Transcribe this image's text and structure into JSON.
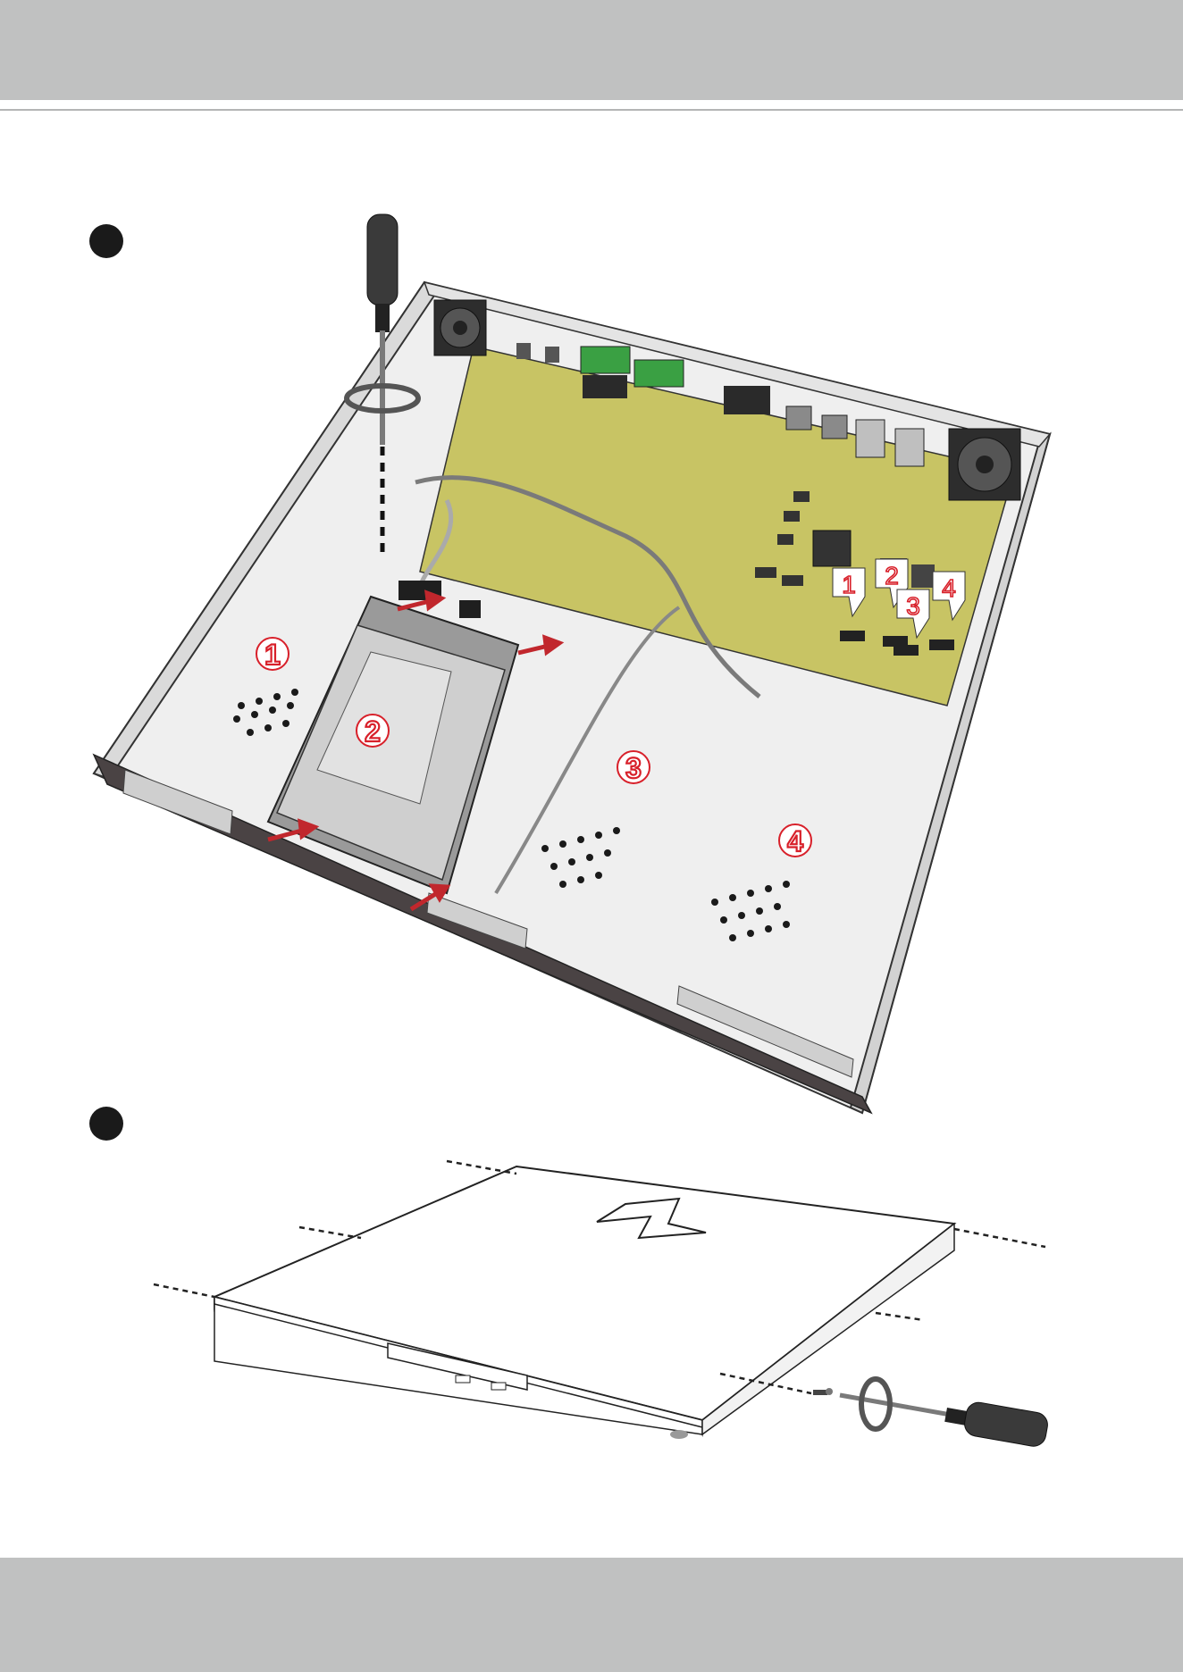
{
  "zones": {
    "z1": "1",
    "z2": "2",
    "z3": "3",
    "z4": "4"
  },
  "sata_ports": {
    "p1": "1",
    "p2": "2",
    "p3": "3",
    "p4": "4"
  },
  "colors": {
    "band": "#c0c1c1",
    "callout_red": "#d8202a",
    "board": "#c8c464",
    "chassis_front": "#4a4344"
  }
}
